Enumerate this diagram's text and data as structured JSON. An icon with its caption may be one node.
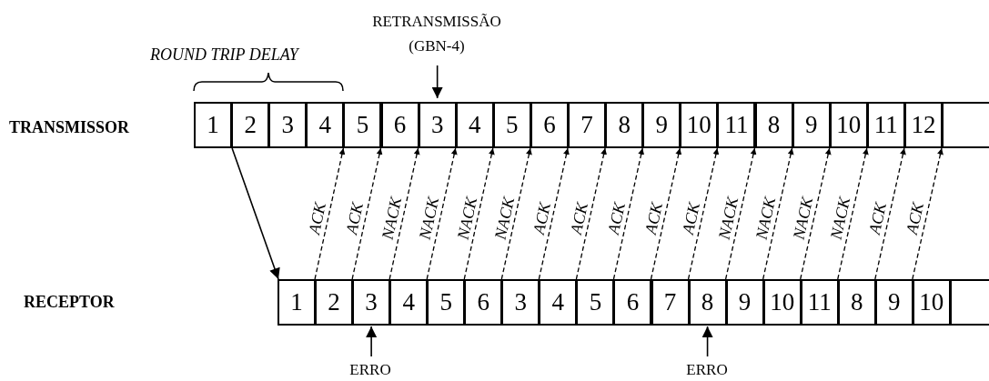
{
  "diagram": {
    "nodes": [
      {
        "text": [
          "RETRANSMISSÃO (GBN-4)"
        ]
      },
      {
        "text": [
          "1"
        ]
      },
      {
        "text": [
          "2"
        ]
      },
      {
        "text": [
          "3"
        ]
      },
      {
        "text": [
          "4"
        ]
      },
      {
        "text": [
          "5"
        ]
      },
      {
        "text": [
          "6"
        ]
      },
      {
        "text": [
          "3"
        ]
      },
      {
        "text": [
          "4"
        ]
      },
      {
        "text": [
          "5"
        ]
      },
      {
        "text": [
          "6"
        ]
      },
      {
        "text": [
          "7"
        ]
      },
      {
        "text": [
          "8"
        ]
      },
      {
        "text": [
          "9"
        ]
      },
      {
        "text": [
          "10"
        ]
      },
      {
        "text": [
          "11"
        ]
      },
      {
        "text": [
          "8"
        ]
      },
      {
        "text": [
          "9"
        ]
      },
      {
        "text": [
          "10"
        ]
      },
      {
        "text": [
          "11"
        ]
      },
      {
        "text": [
          "12"
        ]
      },
      {
        "text": [],
        "shape": "box"
      },
      {
        "text": [
          "1"
        ]
      },
      {
        "text": [
          "2"
        ]
      },
      {
        "text": [
          "3"
        ]
      },
      {
        "text": [
          "4"
        ]
      },
      {
        "text": [
          "5"
        ]
      },
      {
        "text": [
          "6"
        ]
      },
      {
        "text": [
          "3"
        ]
      },
      {
        "text": [
          "4"
        ]
      },
      {
        "text": [
          "5"
        ]
      },
      {
        "text": [
          "6"
        ]
      },
      {
        "text": [
          "7"
        ]
      },
      {
        "text": [
          "8"
        ]
      },
      {
        "text": [
          "9"
        ]
      },
      {
        "text": [
          "10"
        ]
      },
      {
        "text": [
          "11"
        ]
      },
      {
        "text": [
          "8"
        ]
      },
      {
        "text": [
          "9"
        ]
      },
      {
        "text": [
          "10"
        ]
      },
      {
        "text": [],
        "shape": "box"
      },
      {
        "text": [
          "ERRO"
        ]
      },
      {
        "text": [
          "ERRO"
        ]
      }
    ],
    "edges": [
      {
        "from": 0,
        "to": 7,
        "arrow": "to"
      },
      {
        "from": 2,
        "to": 22,
        "arrow": "to"
      },
      {
        "from": 22,
        "to": 5,
        "arrow": "to",
        "label": "ACK",
        "style": "dashed"
      },
      {
        "from": 23,
        "to": 6,
        "arrow": "to",
        "label": "ACK",
        "style": "dashed"
      },
      {
        "from": 24,
        "to": 7,
        "arrow": "to",
        "label": "NACK",
        "style": "dashed"
      },
      {
        "from": 25,
        "to": 8,
        "arrow": "to",
        "label": "NACK",
        "style": "dashed"
      },
      {
        "from": 26,
        "to": 9,
        "arrow": "to",
        "label": "NACK",
        "style": "dashed"
      },
      {
        "from": 27,
        "to": 10,
        "arrow": "to",
        "label": "NACK",
        "style": "dashed"
      },
      {
        "from": 28,
        "to": 11,
        "arrow": "to",
        "label": "ACK",
        "style": "dashed"
      },
      {
        "from": 29,
        "to": 12,
        "arrow": "to",
        "label": "ACK",
        "style": "dashed"
      },
      {
        "from": 30,
        "to": 13,
        "arrow": "to",
        "label": "ACK",
        "style": "dashed"
      },
      {
        "from": 31,
        "to": 14,
        "arrow": "to",
        "label": "ACK",
        "style": "dashed"
      },
      {
        "from": 32,
        "to": 15,
        "arrow": "to",
        "label": "ACK",
        "style": "dashed"
      },
      {
        "from": 33,
        "to": 16,
        "arrow": "to",
        "label": "NACK",
        "style": "dashed"
      },
      {
        "from": 34,
        "to": 17,
        "arrow": "to",
        "label": "NACK",
        "style": "dashed"
      },
      {
        "from": 35,
        "to": 18,
        "arrow": "to",
        "label": "NACK",
        "style": "dashed"
      },
      {
        "from": 36,
        "to": 19,
        "arrow": "to",
        "label": "NACK",
        "style": "dashed"
      },
      {
        "from": 37,
        "to": 20,
        "arrow": "to",
        "label": "ACK",
        "style": "dashed"
      },
      {
        "from": 38,
        "to": 21,
        "arrow": "to",
        "label": "ACK",
        "style": "dashed"
      },
      {
        "from": 41,
        "to": 24,
        "arrow": "to"
      },
      {
        "from": 42,
        "to": 33,
        "arrow": "to"
      }
    ],
    "labels": [
      "ROUND TRIP DELAY",
      "TRANSMISSOR",
      "RECEPTOR"
    ]
  }
}
